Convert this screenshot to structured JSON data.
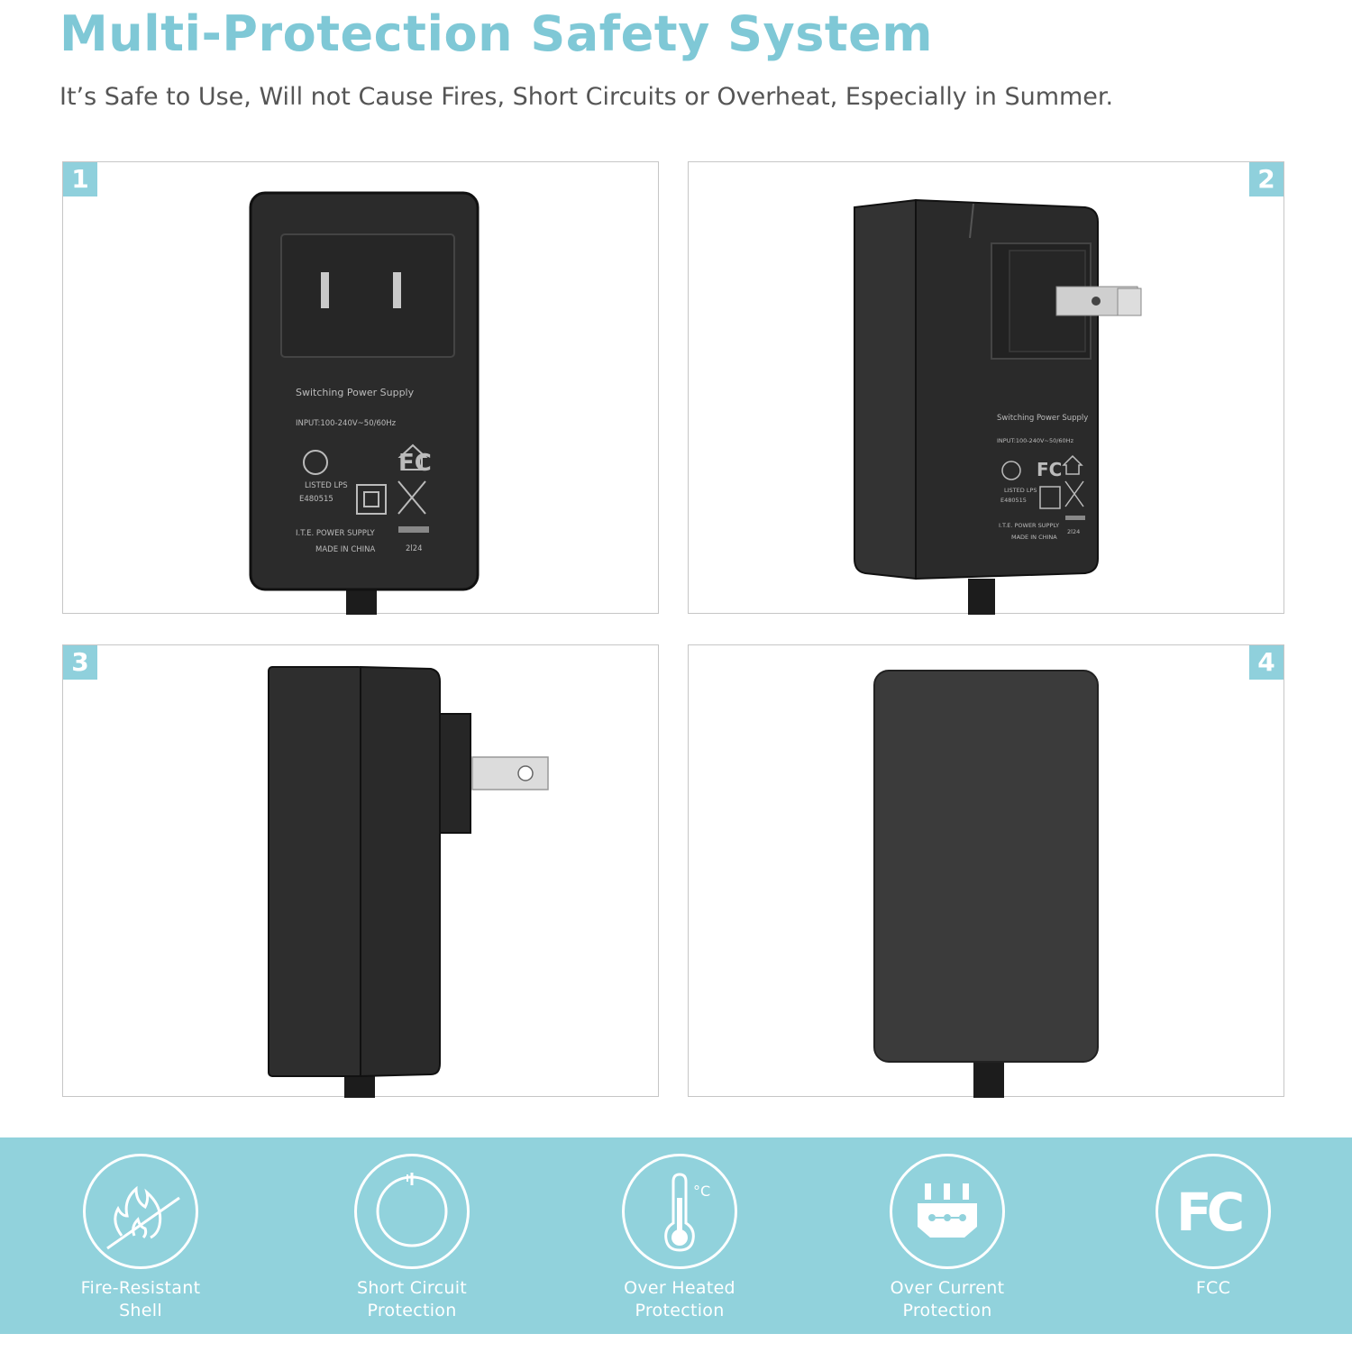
{
  "header": {
    "title": "Multi-Protection Safety System",
    "subtitle": "It’s Safe to Use, Will not Cause Fires, Short Circuits or Overheat, Especially in Summer."
  },
  "panels": [
    {
      "number": "1",
      "label_lines": {
        "product": "Switching Power Supply",
        "input": "INPUT:100-240V~50/60Hz",
        "listed": "LISTED LPS",
        "file": "E480515",
        "ite": "I.T.E. POWER SUPPLY",
        "made": "MADE IN CHINA",
        "date": "2l24",
        "fcc_mark": "FC"
      }
    },
    {
      "number": "2",
      "label_lines": {
        "product": "Switching Power Supply",
        "input": "INPUT:100-240V~50/60Hz",
        "listed": "LISTED LPS",
        "file": "E480515",
        "ite": "I.T.E. POWER SUPPLY",
        "made": "MADE IN CHINA",
        "date": "2l24",
        "fcc_mark": "FC"
      }
    },
    {
      "number": "3"
    },
    {
      "number": "4"
    }
  ],
  "features": [
    {
      "label_line1": "Fire-Resistant",
      "label_line2": "Shell",
      "icon": "fire-icon"
    },
    {
      "label_line1": "Short Circuit",
      "label_line2": "Protection",
      "icon": "power-icon"
    },
    {
      "label_line1": "Over Heated",
      "label_line2": "Protection",
      "icon": "thermometer-icon",
      "unit": "°C"
    },
    {
      "label_line1": "Over Current",
      "label_line2": "Protection",
      "icon": "current-icon"
    },
    {
      "label_line1": "FCC",
      "label_line2": "",
      "icon": "fcc-icon",
      "mark": "FC"
    }
  ],
  "colors": {
    "accent": "#7fc8d6",
    "band": "#91d2dc",
    "badge": "#8fd0dc",
    "device": "#2a2a2a"
  }
}
